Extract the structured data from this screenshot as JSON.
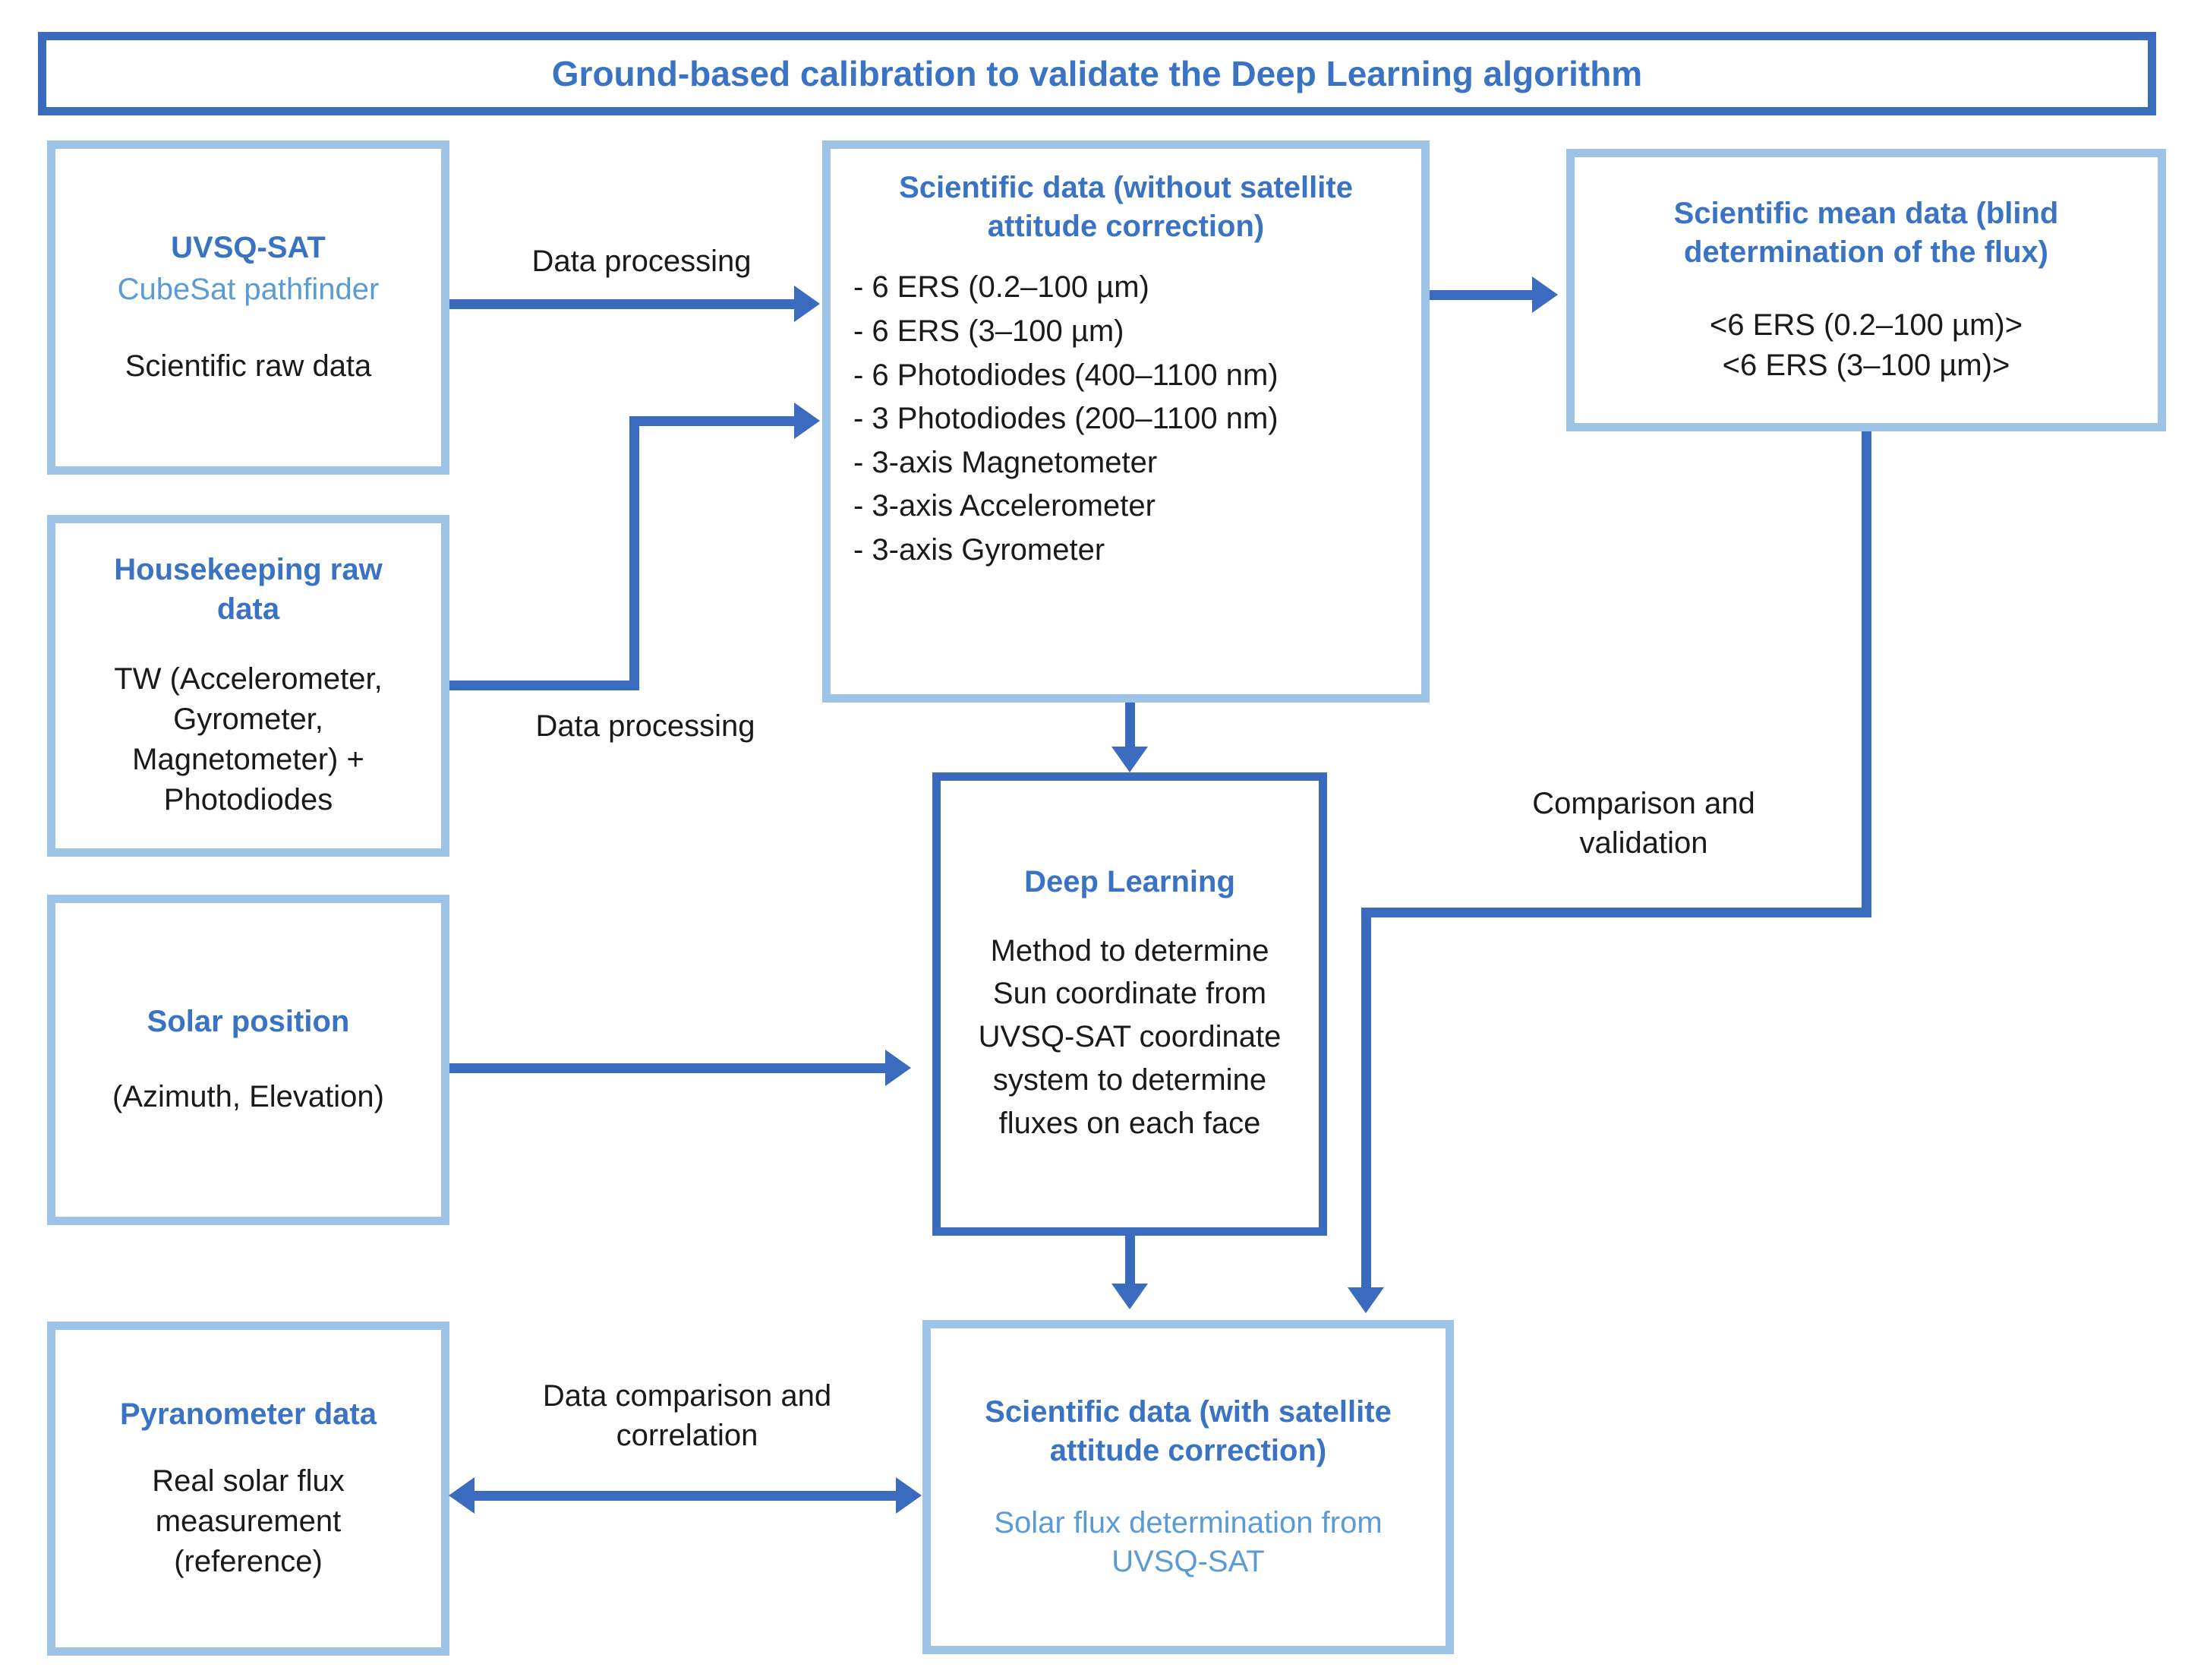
{
  "diagram": {
    "title": "Ground-based calibration to validate the Deep Learning algorithm",
    "colors": {
      "title_text": "#3A73C4",
      "title_border": "#3A6BBF",
      "box_border_light": "#9DC3E6",
      "box_border_strong": "#3A6BBF",
      "arrow": "#3A6BBF",
      "heading_blue": "#3A73C4",
      "subtext_blue": "#5B9BD5",
      "body_text": "#1a1a1a",
      "background": "#ffffff"
    }
  },
  "nodes": {
    "uvsq_sat": {
      "title": "UVSQ-SAT",
      "subtitle": "CubeSat pathfinder",
      "body": "Scientific raw data"
    },
    "housekeeping": {
      "title": "Housekeeping raw data",
      "body": "TW (Accelerometer, Gyrometer, Magnetometer) + Photodiodes"
    },
    "solar_position": {
      "title": "Solar position",
      "body": "(Azimuth, Elevation)"
    },
    "pyranometer": {
      "title": "Pyranometer data",
      "body": "Real solar flux measurement (reference)"
    },
    "scientific_data_raw": {
      "title": "Scientific data (without satellite attitude correction)",
      "items": [
        "- 6 ERS (0.2–100 µm)",
        "- 6 ERS (3–100 µm)",
        "- 6 Photodiodes (400–1100 nm)",
        "- 3 Photodiodes (200–1100 nm)",
        "- 3-axis Magnetometer",
        "- 3-axis Accelerometer",
        "- 3-axis Gyrometer"
      ]
    },
    "scientific_mean_data": {
      "title": "Scientific mean data (blind determination of the flux)",
      "line1": "<6 ERS (0.2–100 µm)>",
      "line2": "<6 ERS (3–100 µm)>"
    },
    "deep_learning": {
      "title": "Deep Learning",
      "body": "Method to determine Sun coordinate from UVSQ-SAT coordinate system to determine fluxes on each face"
    },
    "scientific_data_corrected": {
      "title": "Scientific data (with satellite attitude correction)",
      "subtitle": "Solar flux determination from UVSQ-SAT"
    }
  },
  "edges": {
    "data_processing_top": "Data processing",
    "data_processing_bottom": "Data processing",
    "comparison_validation": "Comparison and\nvalidation",
    "data_comparison_correlation": "Data comparison  and\ncorrelation"
  }
}
